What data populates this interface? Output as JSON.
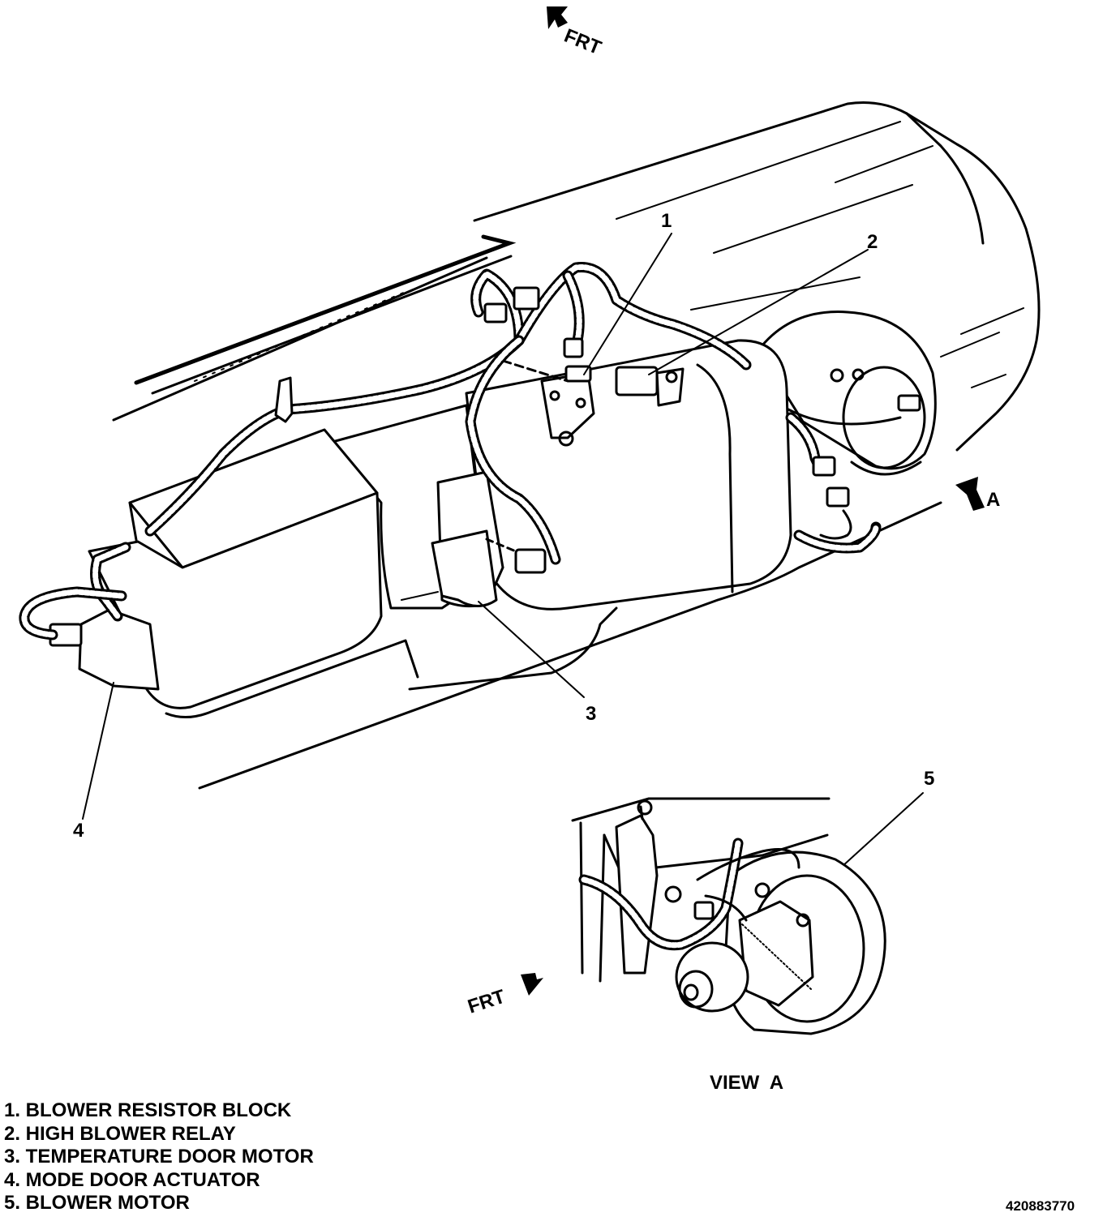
{
  "direction_labels": {
    "front_top": "FRT",
    "front_view_a": "FRT",
    "view_arrow": "A"
  },
  "callouts": {
    "n1": "1",
    "n2": "2",
    "n3": "3",
    "n4": "4",
    "n5": "5"
  },
  "view_title": "VIEW  A",
  "legend": {
    "items": [
      "1. BLOWER RESISTOR BLOCK",
      "2. HIGH BLOWER RELAY",
      "3. TEMPERATURE DOOR MOTOR",
      "4. MODE DOOR ACTUATOR",
      "5. BLOWER MOTOR"
    ]
  },
  "document_id": "420883770"
}
